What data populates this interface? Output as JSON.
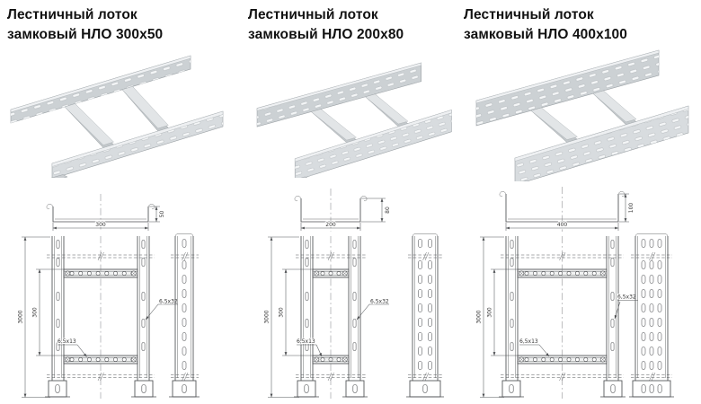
{
  "page": {
    "background": "#ffffff",
    "line_color": "#4d4f52",
    "text_color": "#121212"
  },
  "products": [
    {
      "title_line1": "Лестничный лоток",
      "title_line2": "замковый НЛО 300х50",
      "photo": "ladder-tray-300x50",
      "dims": {
        "width": "300",
        "height": "50",
        "length": "3000",
        "rung_spacing": "300",
        "rail_slot": "6,5х32",
        "rung_hole": "6,5х13"
      }
    },
    {
      "title_line1": "Лестничный лоток",
      "title_line2": "замковый НЛО 200х80",
      "photo": "ladder-tray-200x80",
      "dims": {
        "width": "200",
        "height": "80",
        "length": "3000",
        "rung_spacing": "300",
        "rail_slot": "6,5х32",
        "rung_hole": "6,5х13"
      }
    },
    {
      "title_line1": "Лестничный лоток",
      "title_line2": "замковый НЛО 400х100",
      "photo": "ladder-tray-400x100",
      "dims": {
        "width": "400",
        "height": "100",
        "length": "3000",
        "rung_spacing": "300",
        "rail_slot": "6,5х32",
        "rung_hole": "6,5х13"
      }
    }
  ]
}
